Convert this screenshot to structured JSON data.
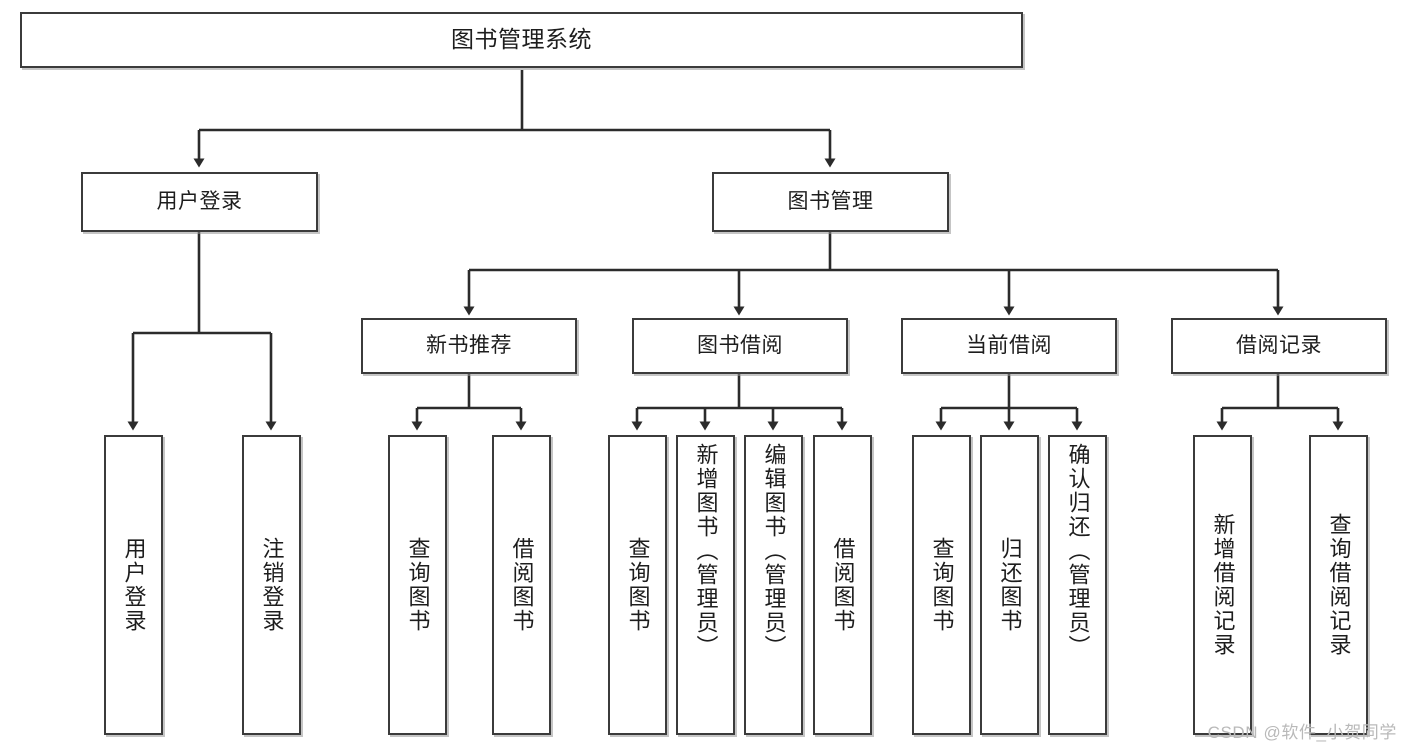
{
  "diagram": {
    "title": "图书管理系统",
    "type": "tree",
    "watermark": "CSDN @软件_小贺同学",
    "colors": {
      "background": "#ffffff",
      "box_border": "#3b3b3b",
      "box_fill": "#ffffff",
      "edge": "#2b2b2b",
      "text": "#1d1d1d",
      "watermark": "#b9b9b9"
    },
    "root": {
      "label": "图书管理系统"
    },
    "level1": [
      {
        "label": "用户登录"
      },
      {
        "label": "图书管理"
      }
    ],
    "level2": [
      {
        "label": "新书推荐"
      },
      {
        "label": "图书借阅"
      },
      {
        "label": "当前借阅"
      },
      {
        "label": "借阅记录"
      }
    ],
    "leaves": {
      "user_login": [
        {
          "label": "用户登录"
        },
        {
          "label": "注销登录"
        }
      ],
      "new_book_recommend": [
        {
          "label": "查询图书"
        },
        {
          "label": "借阅图书"
        }
      ],
      "book_borrow": [
        {
          "label": "查询图书"
        },
        {
          "label": "新增图书（管理员）"
        },
        {
          "label": "编辑图书（管理员）"
        },
        {
          "label": "借阅图书"
        }
      ],
      "current_borrow": [
        {
          "label": "查询图书"
        },
        {
          "label": "归还图书"
        },
        {
          "label": "确认归还（管理员）"
        }
      ],
      "borrow_record": [
        {
          "label": "新增借阅记录"
        },
        {
          "label": "查询借阅记录"
        }
      ]
    }
  }
}
